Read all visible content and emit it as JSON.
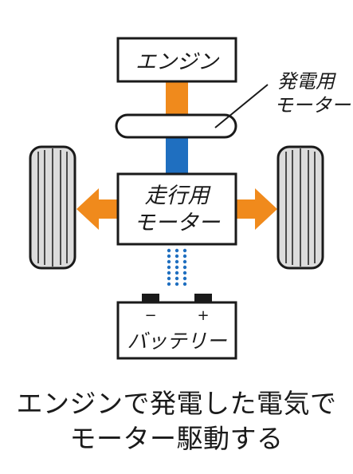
{
  "labels": {
    "engine": "エンジン",
    "generator_line1": "発電用",
    "generator_line2": "モーター",
    "drive_motor_line1": "走行用",
    "drive_motor_line2": "モーター",
    "battery": "バッテリー",
    "battery_minus": "−",
    "battery_plus": "+"
  },
  "caption": {
    "line1": "エンジンで発電した電気で",
    "line2": "モーター駆動する"
  },
  "colors": {
    "engine_link": "#f08a1c",
    "electric_link": "#1f6fc0",
    "drive_arrow": "#f08a1c",
    "stroke": "#1a1a1a",
    "tire_fill": "#dcdcdc",
    "tire_tread": "#b5b5b5"
  }
}
